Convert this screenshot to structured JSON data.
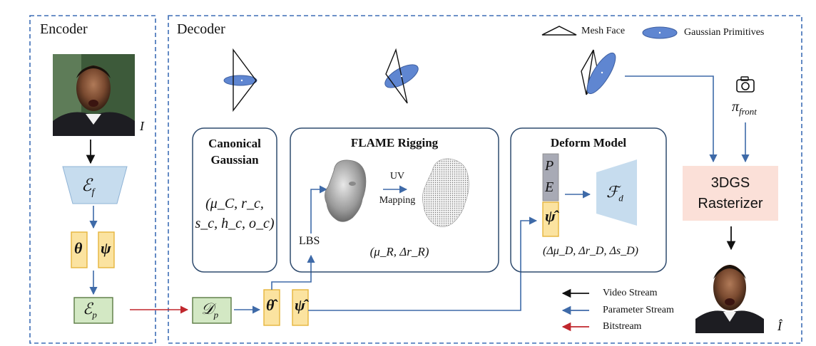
{
  "panels": {
    "encoder_title": "Encoder",
    "decoder_title": "Decoder"
  },
  "legend_top": {
    "mesh_face": "Mesh Face",
    "gaussian_primitives": "Gaussian Primitives"
  },
  "legend_bottom": {
    "video_stream": "Video Stream",
    "parameter_stream": "Parameter Stream",
    "bitstream": "Bitstream"
  },
  "encoder": {
    "input_label": "I",
    "face_encoder": "ℰ",
    "face_encoder_sub": "f",
    "theta": "θ",
    "psi": "ψ",
    "param_encoder": "ℰ",
    "param_encoder_sub": "p"
  },
  "decoder": {
    "param_decoder": "𝒟",
    "param_decoder_sub": "p",
    "theta_hat": "θ̂",
    "psi_hat": "ψ̂",
    "lbs": "LBS",
    "canonical_title_1": "Canonical",
    "canonical_title_2": "Gaussian",
    "canonical_params_1": "(μ_C, r_c,",
    "canonical_params_2": "s_c, h_c, o_c)",
    "flame_title": "FLAME Rigging",
    "uv_mapping_1": "UV",
    "uv_mapping_2": "Mapping",
    "flame_params": "(μ_R,  Δr_R)",
    "deform_title": "Deform Model",
    "pe_p": "P",
    "pe_e": "E",
    "deform_psi": "ψ̂",
    "deform_net": "ℱ",
    "deform_net_sub": "d",
    "deform_params": "(Δμ_D,  Δr_D,  Δs_D)",
    "camera_label": "π",
    "camera_sub": "front",
    "rasterizer_1": "3DGS",
    "rasterizer_2": "Rasterizer",
    "output_label": "Î"
  },
  "colors": {
    "panel_border": "#3d6db5",
    "arrow_param": "#3e6aa8",
    "arrow_video": "#111111",
    "arrow_bit": "#c0272d",
    "yellow_fill": "#fbe3a0",
    "yellow_border": "#e5b53c",
    "green_fill": "#d3e8c4",
    "green_border": "#5a7a43",
    "blue_fill": "#c6dcee",
    "gaussian_fill": "#5f86d1",
    "raster_fill": "#fbe0d8",
    "pe_fill": "#a8aab5"
  },
  "icons": [
    "mesh-face-icon",
    "gaussian-primitive-icon",
    "camera-icon",
    "head-mesh-icon",
    "head-pointcloud-icon",
    "face-photo-icon"
  ]
}
